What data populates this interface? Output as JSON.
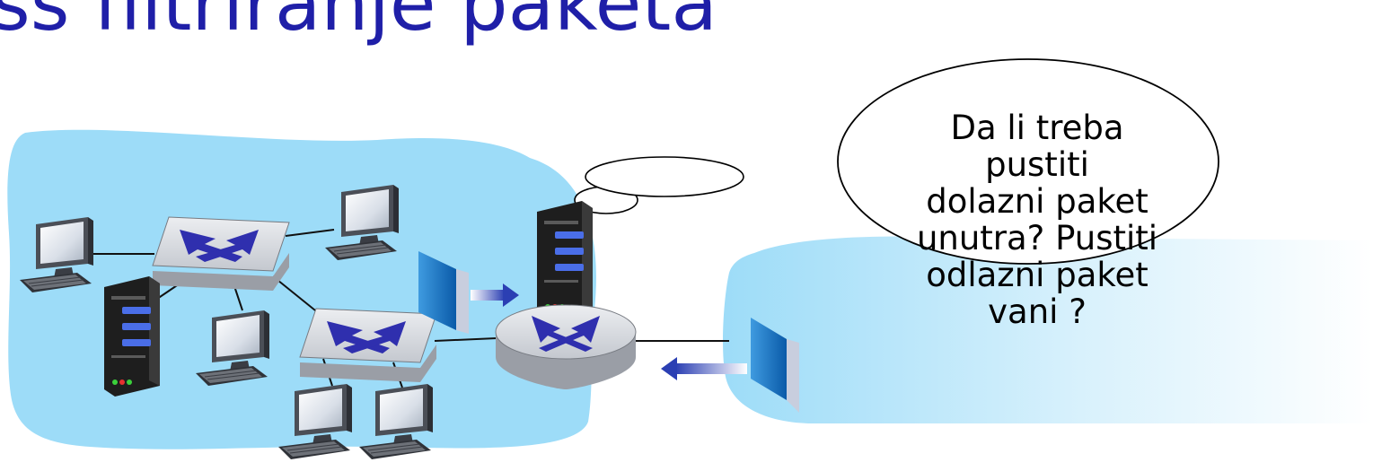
{
  "slide": {
    "title": "ss filtriranje paketa",
    "bubble_lines": [
      "Da li treba pustiti",
      "dolazni paket",
      "unutra? Pustiti",
      "odlazni paket vani ?"
    ]
  },
  "colors": {
    "title": "#1f1fa8",
    "network_cloud": "#9ddcf8",
    "firewall_blue": "#1b77c0",
    "switch_body": "#c9ccd2",
    "switch_arrows": "#2f2fae",
    "server_body": "#262626"
  },
  "icons": {
    "computer": "desktop-computer-icon",
    "server": "server-tower-icon",
    "switch": "network-switch-icon",
    "router": "router-icon",
    "firewall": "firewall-wall-icon"
  }
}
